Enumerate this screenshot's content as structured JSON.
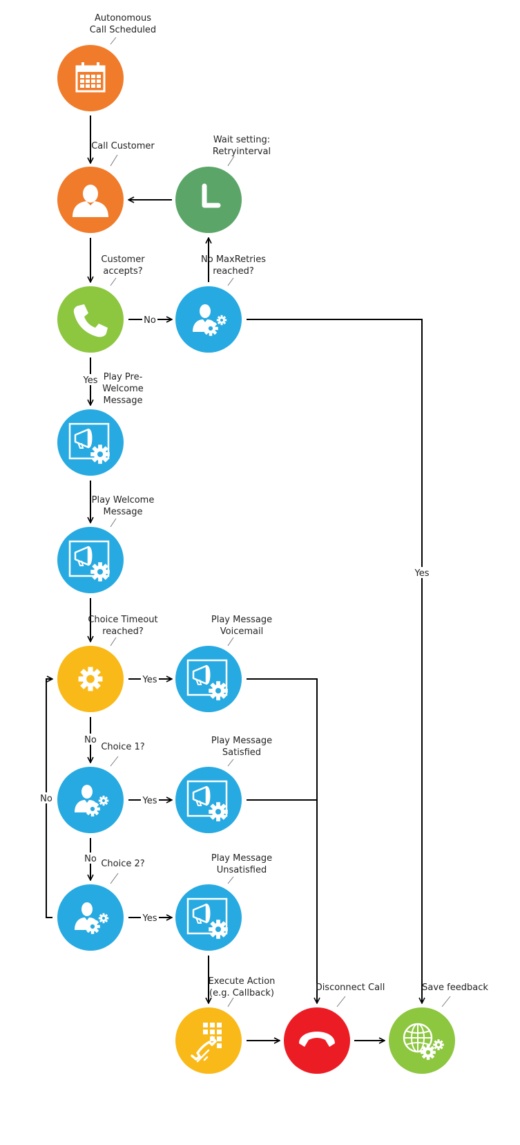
{
  "colors": {
    "orange": "#F07B2A",
    "green": "#5AA567",
    "lime": "#8DC63F",
    "blue": "#27AAE1",
    "yellow": "#F9B918",
    "red": "#EC1C24"
  },
  "nodes": {
    "scheduled": {
      "label": [
        "Autonomous",
        "Call Scheduled"
      ],
      "icon": "calendar-icon"
    },
    "call_customer": {
      "label": [
        "Call Customer"
      ],
      "icon": "person-icon"
    },
    "wait": {
      "label": [
        "Wait setting:",
        "Retryinterval"
      ],
      "icon": "clock-icon"
    },
    "accepts": {
      "label": [
        "Customer",
        "accepts?"
      ],
      "icon": "phone-icon"
    },
    "max_retries": {
      "label": [
        "No MaxRetries",
        "reached?"
      ],
      "icon": "user-gear-icon"
    },
    "pre_welcome": {
      "label": [
        "Play Pre-",
        "Welcome",
        "Message"
      ],
      "icon": "message-gear-icon"
    },
    "welcome": {
      "label": [
        "Play Welcome",
        "Message"
      ],
      "icon": "message-gear-icon"
    },
    "timeout": {
      "label": [
        "Choice Timeout",
        "reached?"
      ],
      "icon": "gear-icon"
    },
    "voicemail": {
      "label": [
        "Play Message",
        "Voicemail"
      ],
      "icon": "message-gear-icon"
    },
    "choice1": {
      "label": [
        "Choice 1?"
      ],
      "icon": "user-gear-icon"
    },
    "satisfied": {
      "label": [
        "Play Message",
        "Satisfied"
      ],
      "icon": "message-gear-icon"
    },
    "choice2": {
      "label": [
        "Choice 2?"
      ],
      "icon": "user-gear-icon"
    },
    "unsatisfied": {
      "label": [
        "Play Message",
        "Unsatisfied"
      ],
      "icon": "message-gear-icon"
    },
    "execute": {
      "label": [
        "Execute Action",
        "(e.g. Callback)"
      ],
      "icon": "dialpad-icon"
    },
    "disconnect": {
      "label": [
        "Disconnect Call"
      ],
      "icon": "hangup-icon"
    },
    "save": {
      "label": [
        "Save feedback"
      ],
      "icon": "globe-gear-icon"
    }
  },
  "edge_labels": {
    "accepts_no": "No",
    "accepts_yes": "Yes",
    "retries_yes": "Yes",
    "timeout_yes": "Yes",
    "timeout_no": "No",
    "choice1_yes": "Yes",
    "choice1_no": "No",
    "choice2_yes": "Yes",
    "choice2_no": "No"
  }
}
